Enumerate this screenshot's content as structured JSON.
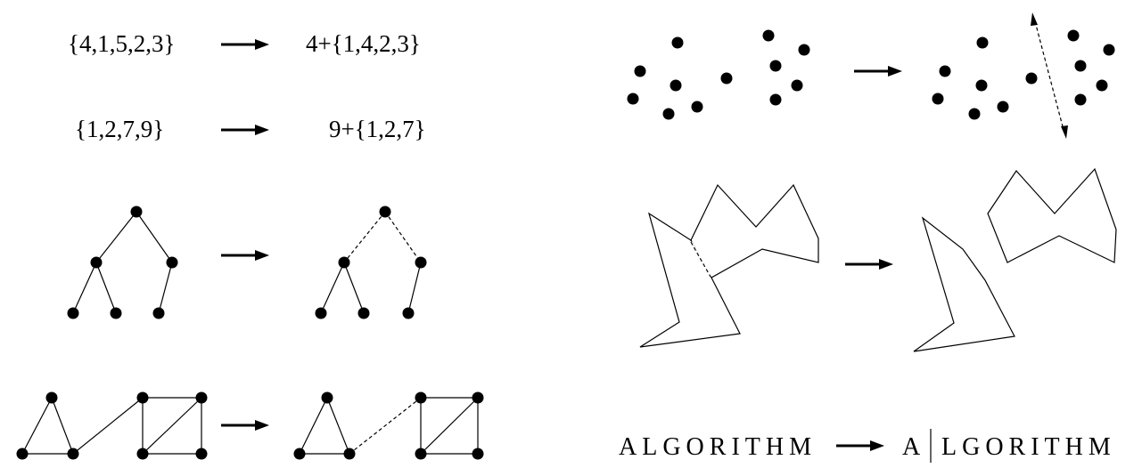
{
  "sets": {
    "row1_left": "{4,1,5,2,3}",
    "row1_right": "4+{1,4,2,3}",
    "row2_left": "{1,2,7,9}",
    "row2_right": "9+{1,2,7}"
  },
  "word": {
    "left": "ALGORITHM",
    "right_first": "A",
    "right_rest": "LGORITHM"
  },
  "colors": {
    "ink": "#000000",
    "background": "#ffffff"
  }
}
